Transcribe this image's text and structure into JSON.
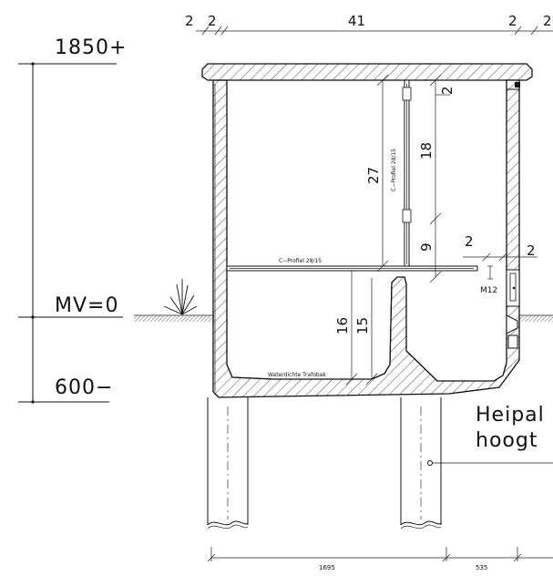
{
  "levels": {
    "top": "1850+",
    "ground": "MV=0",
    "bottom": "600−"
  },
  "top_dims": {
    "left_a": "2",
    "left_b": "2",
    "middle": "41",
    "right_a": "2",
    "right_b": "2"
  },
  "inner_dims": {
    "d27": "27",
    "d18": "18",
    "d9": "9",
    "d2_small": "2",
    "d2_label": "2",
    "d2_right": "2",
    "d16": "16",
    "d15": "15",
    "m12": "M12"
  },
  "labels": {
    "c_profiel_vertical": "C−Profiel 28/15",
    "c_profiel_horizontal": "C−Profiel 28/15",
    "waterdichte": "Waterdichte Trafobak",
    "heipalen_line1": "Heipal",
    "heipalen_line2": "hoogt"
  },
  "bottom_dims": {
    "left": "1695",
    "right": "535"
  },
  "colors": {
    "line": "#111111",
    "ground": "#888888"
  }
}
